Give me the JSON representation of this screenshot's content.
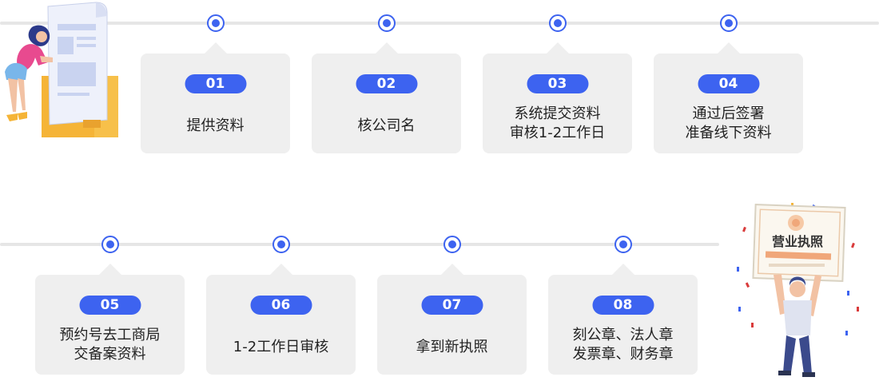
{
  "colors": {
    "accent": "#3d63f0",
    "card_bg": "#efefef",
    "line": "#e6e6e6",
    "text": "#222222"
  },
  "row1": {
    "steps": [
      {
        "num": "01",
        "lines": [
          "提供资料"
        ]
      },
      {
        "num": "02",
        "lines": [
          "核公司名"
        ]
      },
      {
        "num": "03",
        "lines": [
          "系统提交资料",
          "审核1-2工作日"
        ]
      },
      {
        "num": "04",
        "lines": [
          "通过后签署",
          "准备线下资料"
        ]
      }
    ]
  },
  "row2": {
    "steps": [
      {
        "num": "05",
        "lines": [
          "预约号去工商局",
          "交备案资料"
        ]
      },
      {
        "num": "06",
        "lines": [
          "1-2工作日审核"
        ]
      },
      {
        "num": "07",
        "lines": [
          "拿到新执照"
        ]
      },
      {
        "num": "08",
        "lines": [
          "刻公章、法人章",
          "发票章、财务章"
        ]
      }
    ]
  },
  "license": {
    "sign_text": "营业执照"
  },
  "icons": [
    "woman-reading-document-illustration",
    "man-holding-business-license-illustration"
  ]
}
